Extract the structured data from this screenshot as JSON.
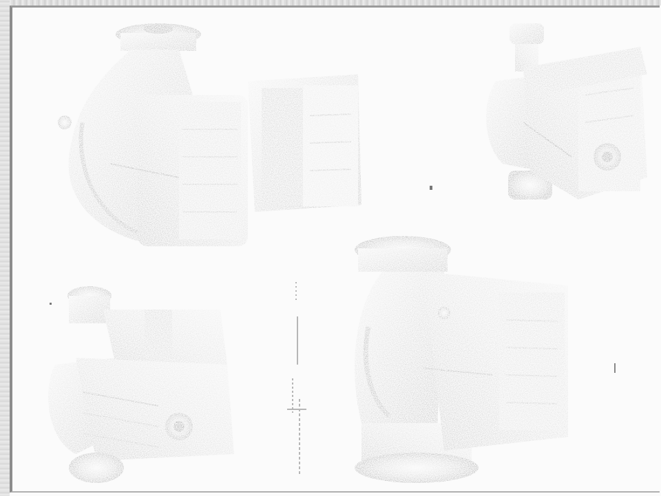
{
  "figures": [
    {
      "id": "pump-a",
      "subject": "circulator-pump-flanged-large"
    },
    {
      "id": "pump-b",
      "subject": "circulator-pump-threaded-upright"
    },
    {
      "id": "pump-c",
      "subject": "circulator-pump-threaded-lying"
    },
    {
      "id": "pump-d",
      "subject": "circulator-pump-flanged-front"
    }
  ],
  "colors": {
    "paper": "#fbfbfb",
    "metal_light": "#e2e2e2",
    "metal_mid": "#c4c4c4",
    "metal_dark": "#8f8f8f",
    "ink": "#5a5a5a"
  },
  "icons": {
    "pump_a": "pump-illustration-icon",
    "pump_b": "pump-illustration-icon",
    "pump_c": "pump-illustration-icon",
    "pump_d": "pump-illustration-icon"
  }
}
